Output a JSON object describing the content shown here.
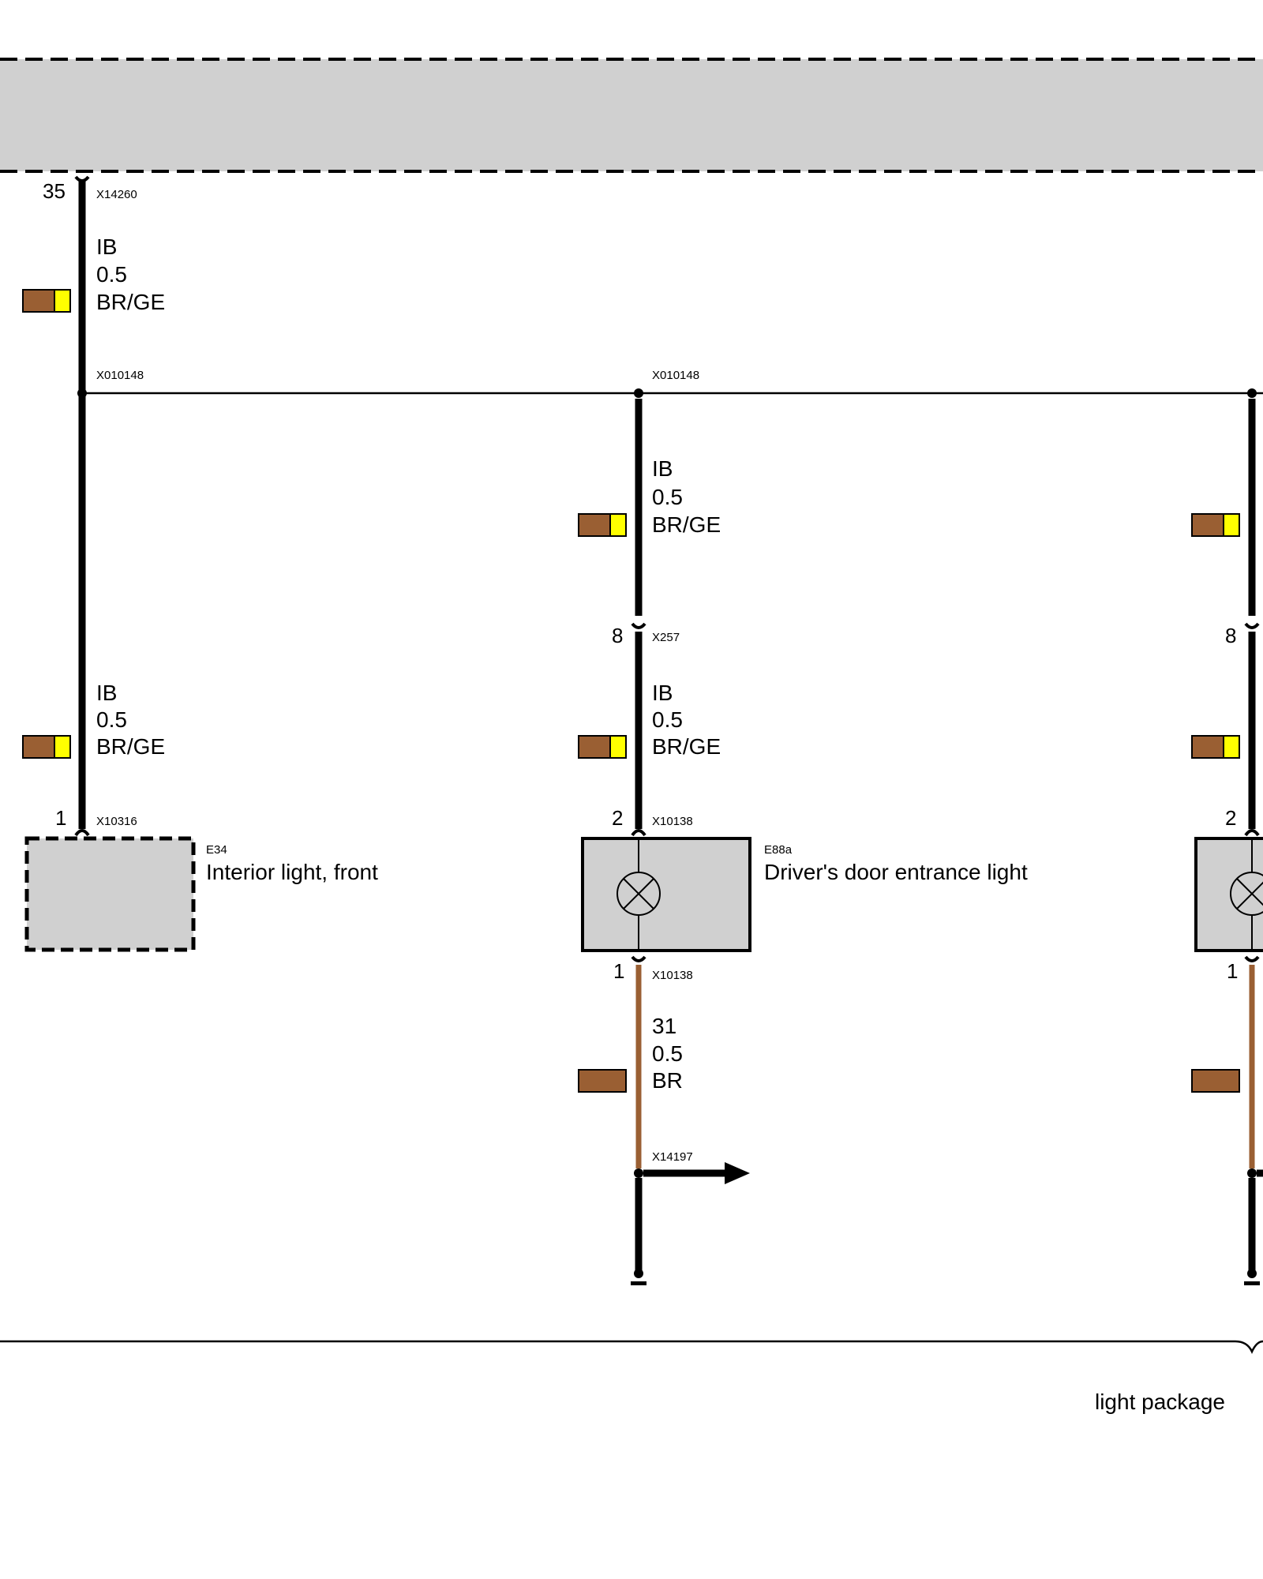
{
  "top_module": {
    "pin": "35",
    "connector": "X14260"
  },
  "splice_label": "X010148",
  "wire_spec": {
    "signal": "IB",
    "size": "0.5",
    "color": "BR/GE"
  },
  "ground_wire_spec": {
    "signal": "31",
    "size": "0.5",
    "color": "BR"
  },
  "wire_colors": {
    "brown": "#9a5f33",
    "yellow": "#ffff00",
    "black": "#000000",
    "component_fill": "#d0d0d0"
  },
  "left_branch": {
    "pin": "1",
    "connector": "X10316",
    "component_code": "E34",
    "component_name": "Interior light, front"
  },
  "middle_branch": {
    "intermediate_pin": "8",
    "intermediate_connector": "X257",
    "upper_pin": "2",
    "upper_connector": "X10138",
    "lower_pin": "1",
    "lower_connector": "X10138",
    "component_code": "E88a",
    "component_name": "Driver's door entrance light",
    "ground_connector": "X14197"
  },
  "right_branch": {
    "intermediate_pin": "8",
    "upper_pin": "2",
    "lower_pin": "1"
  },
  "bracket_label": "light package"
}
